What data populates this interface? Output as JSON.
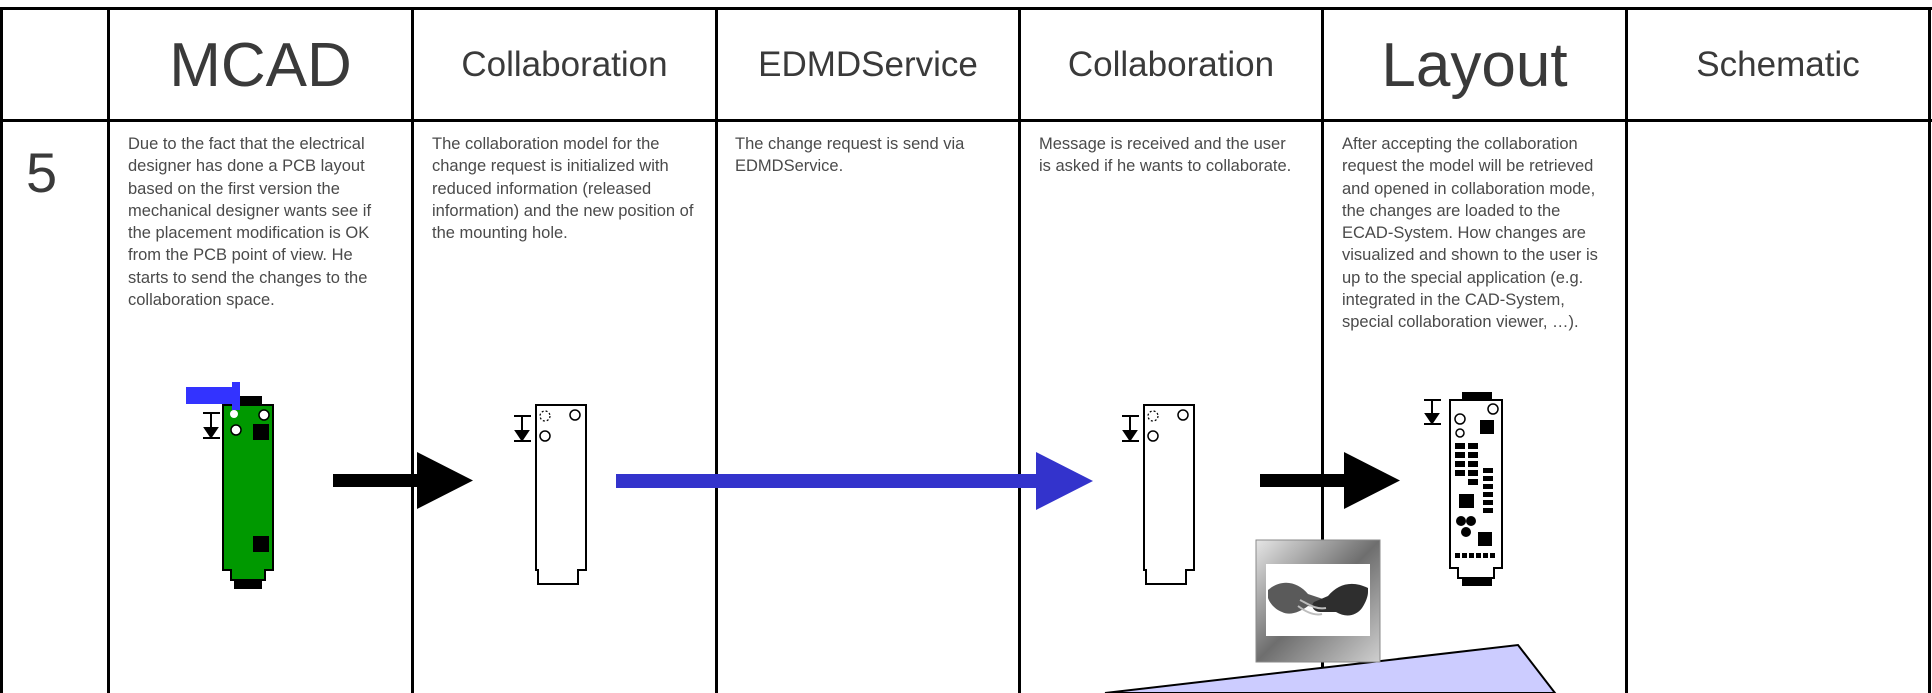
{
  "columns": [
    {
      "title": "MCAD"
    },
    {
      "title": "Collaboration"
    },
    {
      "title": "EDMDService"
    },
    {
      "title": "Collaboration"
    },
    {
      "title": "Layout"
    },
    {
      "title": "Schematic"
    }
  ],
  "row": {
    "step": "5",
    "descriptions": [
      "Due to the fact that the electrical designer has done a PCB layout based on the first version the mechanical designer wants see if the placement modification is OK from the PCB point of view. He starts to send the changes to the collaboration space.",
      "The collaboration model for the change request is initialized with reduced information (released information) and the new position of the mounting hole.",
      "The change request is send via EDMDService.",
      "Message is received and the user is asked if he wants to collaborate.",
      "After accepting the collaboration request the model will be retrieved and opened in collaboration mode, the changes are loaded to the ECAD-System. How changes are visualized and shown to the user is up to the special application (e.g. integrated in the CAD-System, special collaboration viewer, …).",
      ""
    ]
  },
  "colors": {
    "pcb_green": "#009900",
    "flow_blue": "#3333cc",
    "highlight_blue": "#3333ff",
    "callout_fill": "#ccccff",
    "arrow_black": "#000000"
  },
  "icons": [
    "ground-symbol-icon",
    "handshake-icon"
  ]
}
